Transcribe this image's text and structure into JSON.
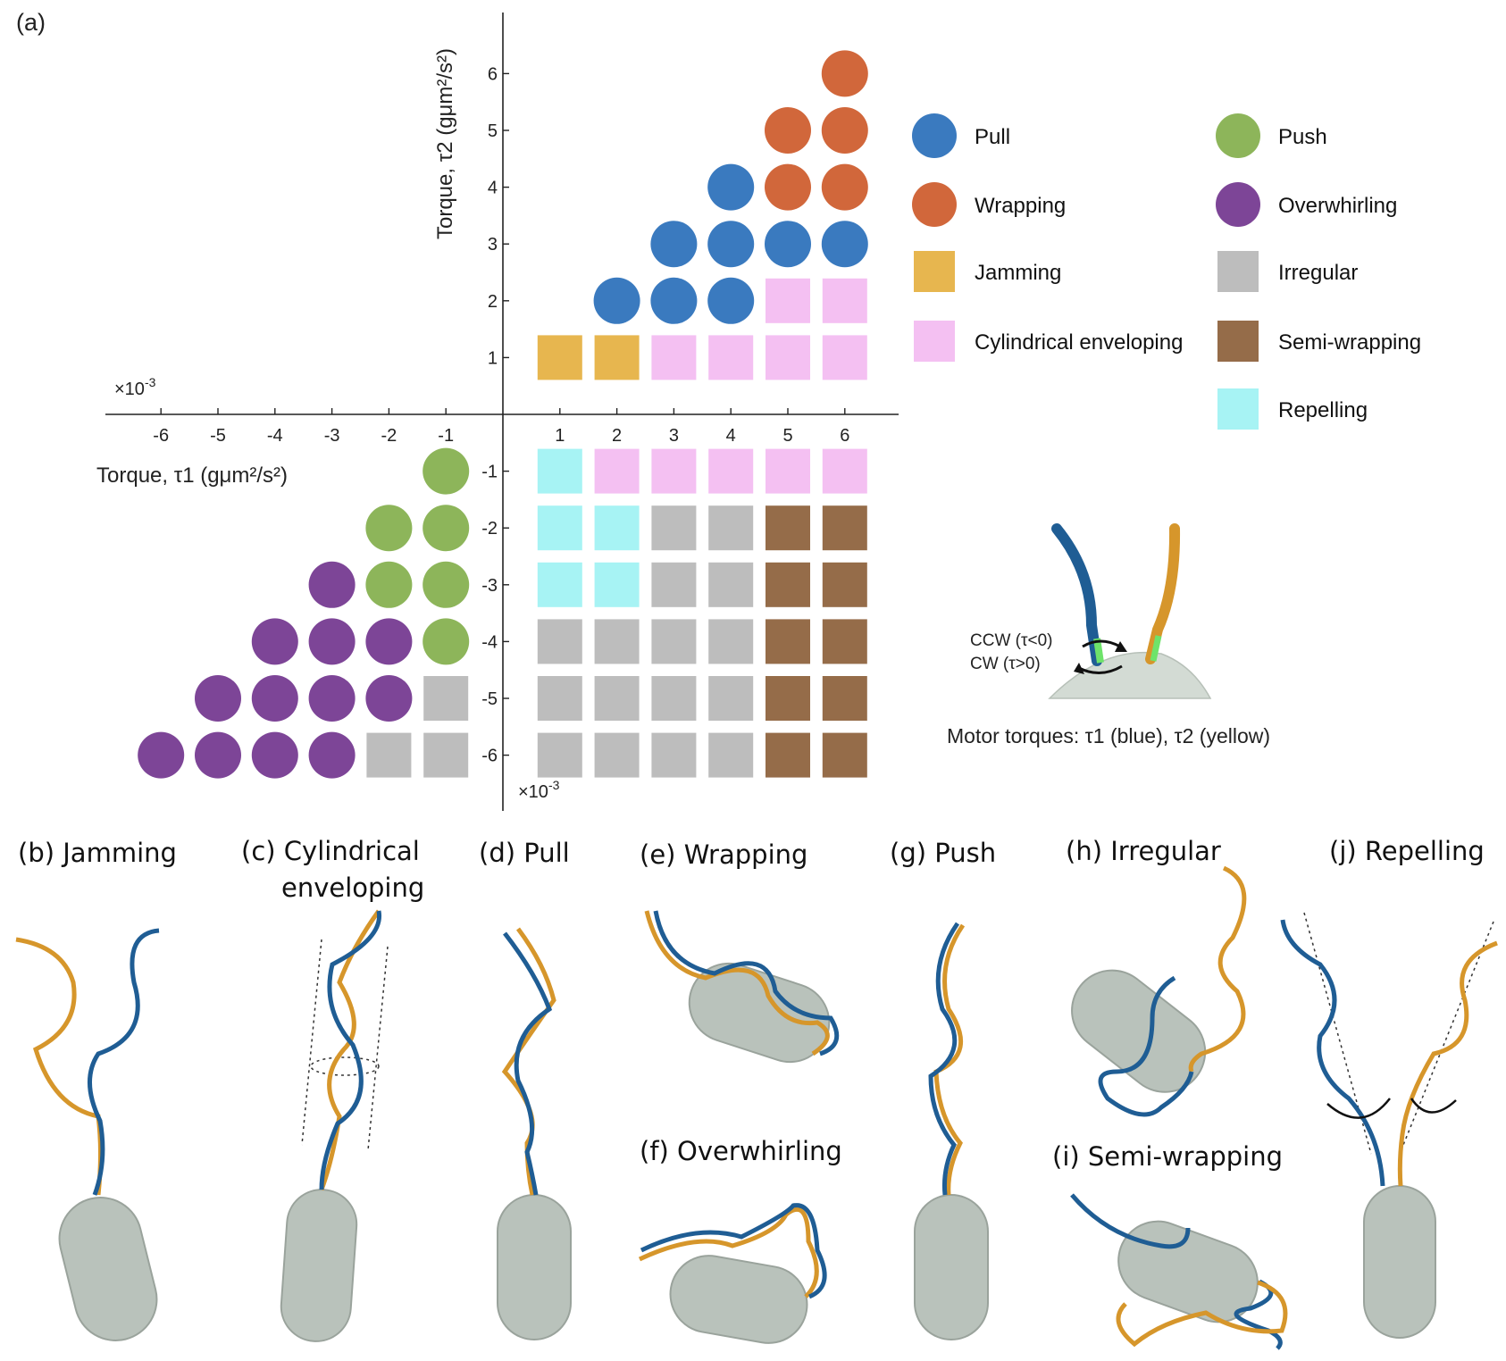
{
  "figure": {
    "panel_a_label": "(a)",
    "scale_note_left": "×10",
    "scale_note_bottom": "×10",
    "scale_exp": "-3",
    "xlabel": "Torque, τ1 (gμm²/s²)",
    "ylabel": "Torque, τ2 (gμm²/s²)",
    "inset": {
      "ccw_label": "CCW (τ<0)",
      "cw_label": "CW (τ>0)",
      "caption": "Motor torques: τ1 (blue), τ2 (yellow)"
    },
    "panels": [
      {
        "id": "b",
        "label": "(b) Jamming"
      },
      {
        "id": "c",
        "label": "(c) Cylindrical",
        "label2": "enveloping"
      },
      {
        "id": "d",
        "label": "(d) Pull"
      },
      {
        "id": "e",
        "label": "(e) Wrapping"
      },
      {
        "id": "f",
        "label": "(f) Overwhirling"
      },
      {
        "id": "g",
        "label": "(g) Push"
      },
      {
        "id": "h",
        "label": "(h) Irregular"
      },
      {
        "id": "i",
        "label": "(i) Semi-wrapping"
      },
      {
        "id": "j",
        "label": "(j) Repelling"
      }
    ]
  },
  "chart_data": {
    "type": "scatter",
    "xlabel": "Torque, τ1 (gμm²/s²)",
    "ylabel": "Torque, τ2 (gμm²/s²)",
    "x_ticks": [
      -6,
      -5,
      -4,
      -3,
      -2,
      -1,
      1,
      2,
      3,
      4,
      5,
      6
    ],
    "y_ticks": [
      6,
      5,
      4,
      3,
      2,
      1,
      -1,
      -2,
      -3,
      -4,
      -5,
      -6
    ],
    "scale": "×10^-3",
    "legend_position": "right",
    "categories": {
      "Pull": {
        "color": "#3a7abf",
        "marker": "circle"
      },
      "Wrapping": {
        "color": "#d1673b",
        "marker": "circle"
      },
      "Jamming": {
        "color": "#e7b64f",
        "marker": "square"
      },
      "Cylindrical enveloping": {
        "color": "#f4c0f2",
        "marker": "square"
      },
      "Push": {
        "color": "#8db55a",
        "marker": "circle"
      },
      "Overwhirling": {
        "color": "#7d4597",
        "marker": "circle"
      },
      "Irregular": {
        "color": "#bdbdbd",
        "marker": "square"
      },
      "Semi-wrapping": {
        "color": "#956c49",
        "marker": "square"
      },
      "Repelling": {
        "color": "#a7f3f4",
        "marker": "square"
      }
    },
    "legend_order": [
      "Pull",
      "Wrapping",
      "Jamming",
      "Cylindrical enveloping",
      "Push",
      "Overwhirling",
      "Irregular",
      "Semi-wrapping",
      "Repelling"
    ],
    "points": [
      {
        "x": 1,
        "y": 1,
        "c": "Jamming"
      },
      {
        "x": 2,
        "y": 1,
        "c": "Jamming"
      },
      {
        "x": 3,
        "y": 1,
        "c": "Cylindrical enveloping"
      },
      {
        "x": 4,
        "y": 1,
        "c": "Cylindrical enveloping"
      },
      {
        "x": 5,
        "y": 1,
        "c": "Cylindrical enveloping"
      },
      {
        "x": 6,
        "y": 1,
        "c": "Cylindrical enveloping"
      },
      {
        "x": 2,
        "y": 2,
        "c": "Pull"
      },
      {
        "x": 3,
        "y": 2,
        "c": "Pull"
      },
      {
        "x": 4,
        "y": 2,
        "c": "Pull"
      },
      {
        "x": 5,
        "y": 2,
        "c": "Cylindrical enveloping"
      },
      {
        "x": 6,
        "y": 2,
        "c": "Cylindrical enveloping"
      },
      {
        "x": 3,
        "y": 3,
        "c": "Pull"
      },
      {
        "x": 4,
        "y": 3,
        "c": "Pull"
      },
      {
        "x": 5,
        "y": 3,
        "c": "Pull"
      },
      {
        "x": 6,
        "y": 3,
        "c": "Pull"
      },
      {
        "x": 4,
        "y": 4,
        "c": "Pull"
      },
      {
        "x": 5,
        "y": 4,
        "c": "Wrapping"
      },
      {
        "x": 6,
        "y": 4,
        "c": "Wrapping"
      },
      {
        "x": 5,
        "y": 5,
        "c": "Wrapping"
      },
      {
        "x": 6,
        "y": 5,
        "c": "Wrapping"
      },
      {
        "x": 6,
        "y": 6,
        "c": "Wrapping"
      },
      {
        "x": -1,
        "y": -1,
        "c": "Push"
      },
      {
        "x": -2,
        "y": -2,
        "c": "Push"
      },
      {
        "x": -1,
        "y": -2,
        "c": "Push"
      },
      {
        "x": -3,
        "y": -3,
        "c": "Overwhirling"
      },
      {
        "x": -2,
        "y": -3,
        "c": "Push"
      },
      {
        "x": -1,
        "y": -3,
        "c": "Push"
      },
      {
        "x": -4,
        "y": -4,
        "c": "Overwhirling"
      },
      {
        "x": -3,
        "y": -4,
        "c": "Overwhirling"
      },
      {
        "x": -2,
        "y": -4,
        "c": "Overwhirling"
      },
      {
        "x": -1,
        "y": -4,
        "c": "Push"
      },
      {
        "x": -5,
        "y": -5,
        "c": "Overwhirling"
      },
      {
        "x": -4,
        "y": -5,
        "c": "Overwhirling"
      },
      {
        "x": -3,
        "y": -5,
        "c": "Overwhirling"
      },
      {
        "x": -2,
        "y": -5,
        "c": "Overwhirling"
      },
      {
        "x": -1,
        "y": -5,
        "c": "Irregular"
      },
      {
        "x": -6,
        "y": -6,
        "c": "Overwhirling"
      },
      {
        "x": -5,
        "y": -6,
        "c": "Overwhirling"
      },
      {
        "x": -4,
        "y": -6,
        "c": "Overwhirling"
      },
      {
        "x": -3,
        "y": -6,
        "c": "Overwhirling"
      },
      {
        "x": -2,
        "y": -6,
        "c": "Irregular"
      },
      {
        "x": -1,
        "y": -6,
        "c": "Irregular"
      },
      {
        "x": 1,
        "y": -1,
        "c": "Repelling"
      },
      {
        "x": 2,
        "y": -1,
        "c": "Cylindrical enveloping"
      },
      {
        "x": 3,
        "y": -1,
        "c": "Cylindrical enveloping"
      },
      {
        "x": 4,
        "y": -1,
        "c": "Cylindrical enveloping"
      },
      {
        "x": 5,
        "y": -1,
        "c": "Cylindrical enveloping"
      },
      {
        "x": 6,
        "y": -1,
        "c": "Cylindrical enveloping"
      },
      {
        "x": 1,
        "y": -2,
        "c": "Repelling"
      },
      {
        "x": 2,
        "y": -2,
        "c": "Repelling"
      },
      {
        "x": 3,
        "y": -2,
        "c": "Irregular"
      },
      {
        "x": 4,
        "y": -2,
        "c": "Irregular"
      },
      {
        "x": 5,
        "y": -2,
        "c": "Semi-wrapping"
      },
      {
        "x": 6,
        "y": -2,
        "c": "Semi-wrapping"
      },
      {
        "x": 1,
        "y": -3,
        "c": "Repelling"
      },
      {
        "x": 2,
        "y": -3,
        "c": "Repelling"
      },
      {
        "x": 3,
        "y": -3,
        "c": "Irregular"
      },
      {
        "x": 4,
        "y": -3,
        "c": "Irregular"
      },
      {
        "x": 5,
        "y": -3,
        "c": "Semi-wrapping"
      },
      {
        "x": 6,
        "y": -3,
        "c": "Semi-wrapping"
      },
      {
        "x": 1,
        "y": -4,
        "c": "Irregular"
      },
      {
        "x": 2,
        "y": -4,
        "c": "Irregular"
      },
      {
        "x": 3,
        "y": -4,
        "c": "Irregular"
      },
      {
        "x": 4,
        "y": -4,
        "c": "Irregular"
      },
      {
        "x": 5,
        "y": -4,
        "c": "Semi-wrapping"
      },
      {
        "x": 6,
        "y": -4,
        "c": "Semi-wrapping"
      },
      {
        "x": 1,
        "y": -5,
        "c": "Irregular"
      },
      {
        "x": 2,
        "y": -5,
        "c": "Irregular"
      },
      {
        "x": 3,
        "y": -5,
        "c": "Irregular"
      },
      {
        "x": 4,
        "y": -5,
        "c": "Irregular"
      },
      {
        "x": 5,
        "y": -5,
        "c": "Semi-wrapping"
      },
      {
        "x": 6,
        "y": -5,
        "c": "Semi-wrapping"
      },
      {
        "x": 1,
        "y": -6,
        "c": "Irregular"
      },
      {
        "x": 2,
        "y": -6,
        "c": "Irregular"
      },
      {
        "x": 3,
        "y": -6,
        "c": "Irregular"
      },
      {
        "x": 4,
        "y": -6,
        "c": "Irregular"
      },
      {
        "x": 5,
        "y": -6,
        "c": "Semi-wrapping"
      },
      {
        "x": 6,
        "y": -6,
        "c": "Semi-wrapping"
      }
    ]
  }
}
